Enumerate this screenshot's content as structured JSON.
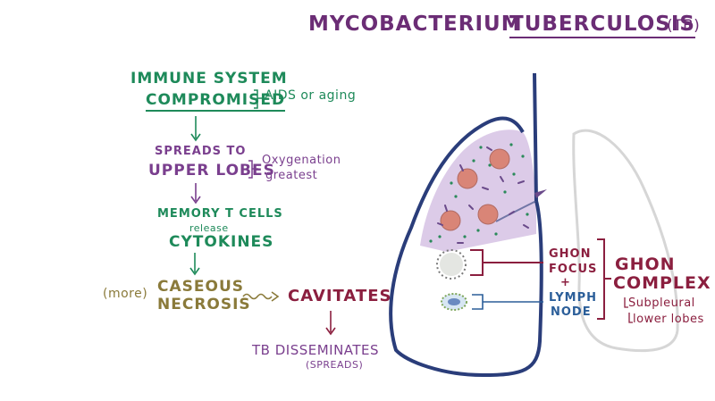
{
  "title": {
    "line": "MYCOBACTERIUM",
    "emphasis": "TUBERCULOSIS",
    "abbreviation": "(TB)"
  },
  "flow": {
    "immune": [
      "IMMUNE SYSTEM",
      "COMPROMISED"
    ],
    "immune_note": "AIDS or aging",
    "spreads": [
      "SPREADS TO",
      "UPPER LOBES"
    ],
    "spreads_note": [
      "Oxygenation",
      "greatest"
    ],
    "memory": [
      "MEMORY T CELLS",
      "release",
      "CYTOKINES"
    ],
    "more": "(more)",
    "caseous": [
      "CASEOUS",
      "NECROSIS"
    ],
    "cavitates": "CAVITATES",
    "disseminates": [
      "TB DISSEMINATES",
      "(SPREADS)"
    ]
  },
  "ghon": {
    "focus": [
      "GHON",
      "FOCUS"
    ],
    "plus": "+",
    "lymph": [
      "LYMPH",
      "NODE"
    ],
    "complex": [
      "GHON",
      "COMPLEX"
    ],
    "locations": [
      "Subpleural",
      "lower lobes"
    ]
  },
  "colors": {
    "green": "#1e8a5a",
    "purple": "#7a3f8e",
    "title_purple": "#6b2d75",
    "olive": "#8a7a3a",
    "maroon": "#8b1f3f",
    "blue": "#2b5e99",
    "lung_outline": "#2a3d7a",
    "infection_fill": "#dccbe8"
  }
}
